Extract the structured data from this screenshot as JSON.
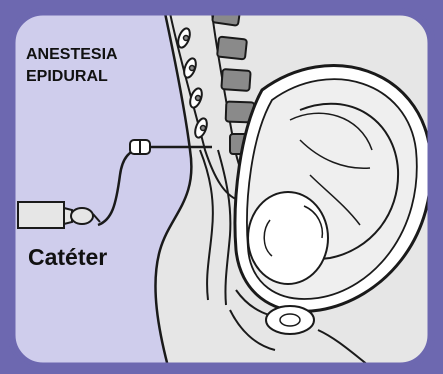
{
  "title_line1": "ANESTESIA",
  "title_line2": "EPIDURAL",
  "catheter_label": "Catéter",
  "colors": {
    "border": "#6d68b0",
    "background": "#cfcdec",
    "body_fill": "#e6e6e6",
    "vertebra": "#8a8a8a",
    "outline": "#1a1a1a"
  }
}
